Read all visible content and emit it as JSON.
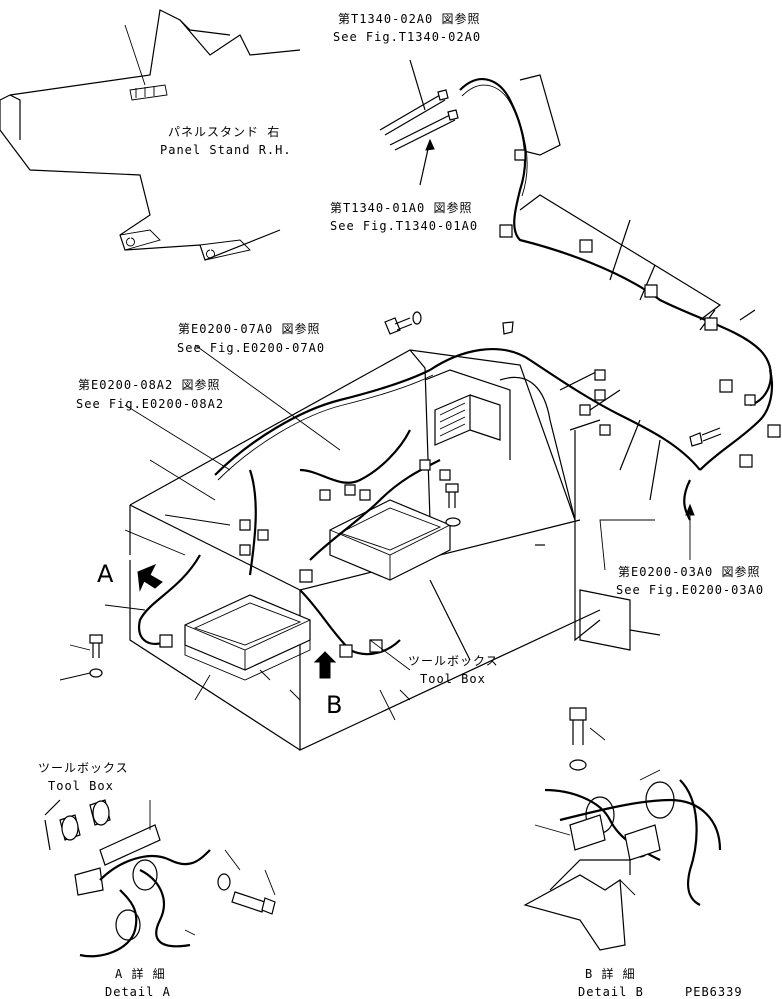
{
  "labels": {
    "panel_stand_jp": "パネルスタンド 右",
    "panel_stand_en": "Panel Stand R.H.",
    "ref_t1340_02_jp": "第T1340-02A0 図参照",
    "ref_t1340_02_en": "See Fig.T1340-02A0",
    "ref_t1340_01_jp": "第T1340-01A0 図参照",
    "ref_t1340_01_en": "See Fig.T1340-01A0",
    "ref_e0200_07_jp": "第E0200-07A0 図参照",
    "ref_e0200_07_en": "See Fig.E0200-07A0",
    "ref_e0200_08_jp": "第E0200-08A2 図参照",
    "ref_e0200_08_en": "See Fig.E0200-08A2",
    "ref_e0200_03_jp": "第E0200-03A0 図参照",
    "ref_e0200_03_en": "See Fig.E0200-03A0",
    "toolbox_main_jp": "ツールボックス",
    "toolbox_main_en": "Tool Box",
    "toolbox_detail_jp": "ツールボックス",
    "toolbox_detail_en": "Tool Box",
    "marker_a": "A",
    "marker_b": "B",
    "detail_a_jp": "A 詳 細",
    "detail_a_en": "Detail A",
    "detail_b_jp": "B 詳 細",
    "detail_b_en": "Detail B",
    "drawing_code": "PEB6339"
  }
}
